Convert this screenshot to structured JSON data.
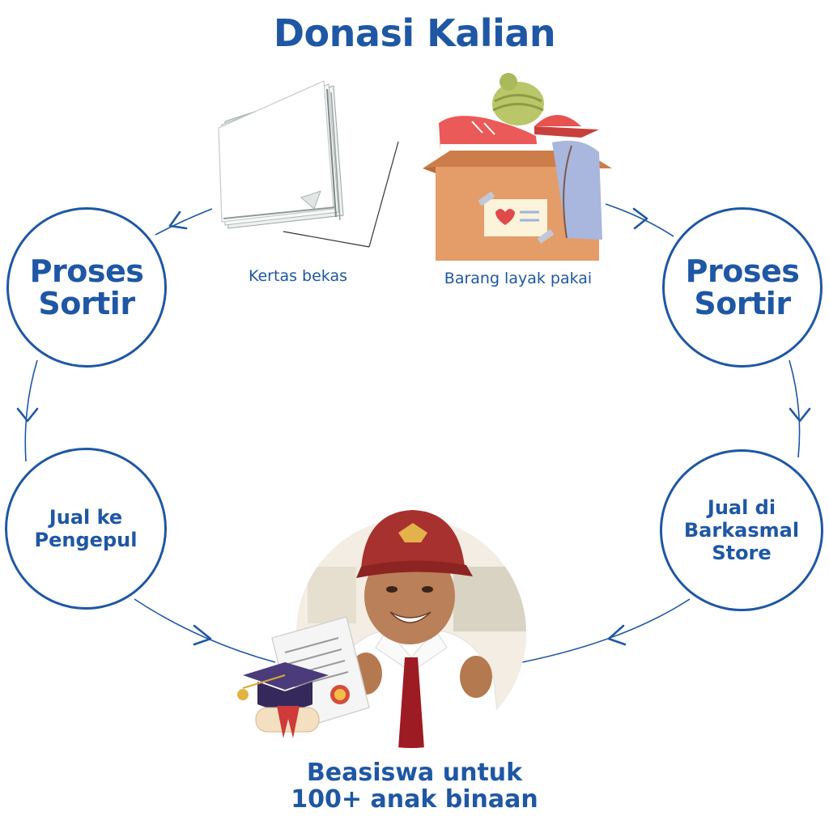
{
  "title": "Donasi Kalian",
  "donations": {
    "paper_label": "Kertas bekas",
    "goods_label": "Barang layak pakai"
  },
  "left_sort": {
    "line1": "Proses",
    "line2": "Sortir"
  },
  "right_sort": {
    "line1": "Proses",
    "line2": "Sortir"
  },
  "left_sell": {
    "line1": "Jual ke",
    "line2": "Pengepul"
  },
  "right_sell": {
    "line1": "Jual di",
    "line2": "Barkasmal",
    "line3": "Store"
  },
  "outcome": {
    "line1": "Beasiswa untuk",
    "line2": "100+ anak binaan"
  },
  "colors": {
    "brand_blue": "#1f57a4",
    "box": "#e29a66",
    "shoe": "#ea5a58",
    "cap": "#a7312e",
    "tie": "#9d1b22"
  }
}
